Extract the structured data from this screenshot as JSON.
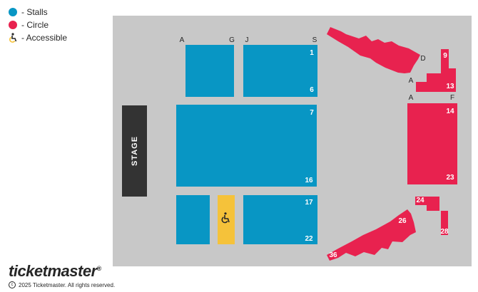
{
  "legend": {
    "stalls": {
      "label": "- Stalls",
      "color": "#0896c4"
    },
    "circle": {
      "label": "- Circle",
      "color": "#e8224f"
    },
    "accessible": {
      "label": "- Accessible",
      "color": "#f5c23a",
      "icon": "wheelchair-icon"
    }
  },
  "stage": {
    "label": "STAGE"
  },
  "stalls": {
    "front_left_rows": {
      "start": "A",
      "end": "G"
    },
    "front_right_rows": {
      "start": "J",
      "end": "S"
    },
    "block_top_right": {
      "first": "1",
      "last": "6"
    },
    "block_middle": {
      "first": "7",
      "last": "16"
    },
    "block_rear_right": {
      "first": "17",
      "last": "22"
    }
  },
  "circle": {
    "side_upper": {
      "row_d": "D",
      "row_a": "A",
      "first": "9",
      "last": "13"
    },
    "side_main": {
      "row_a": "A",
      "row_f": "F",
      "first": "14",
      "last": "23"
    },
    "lower": {
      "r24": "24",
      "r26": "26",
      "r28": "28",
      "r36": "36"
    }
  },
  "brand": {
    "name": "ticketmaster",
    "mark": "®",
    "copyright": "2025 Ticketmaster. All rights reserved."
  },
  "colors": {
    "floor": "#c8c8c8",
    "stage": "#333333",
    "stalls": "#0896c4",
    "circle": "#e8224f",
    "accessible": "#f5c23a"
  }
}
